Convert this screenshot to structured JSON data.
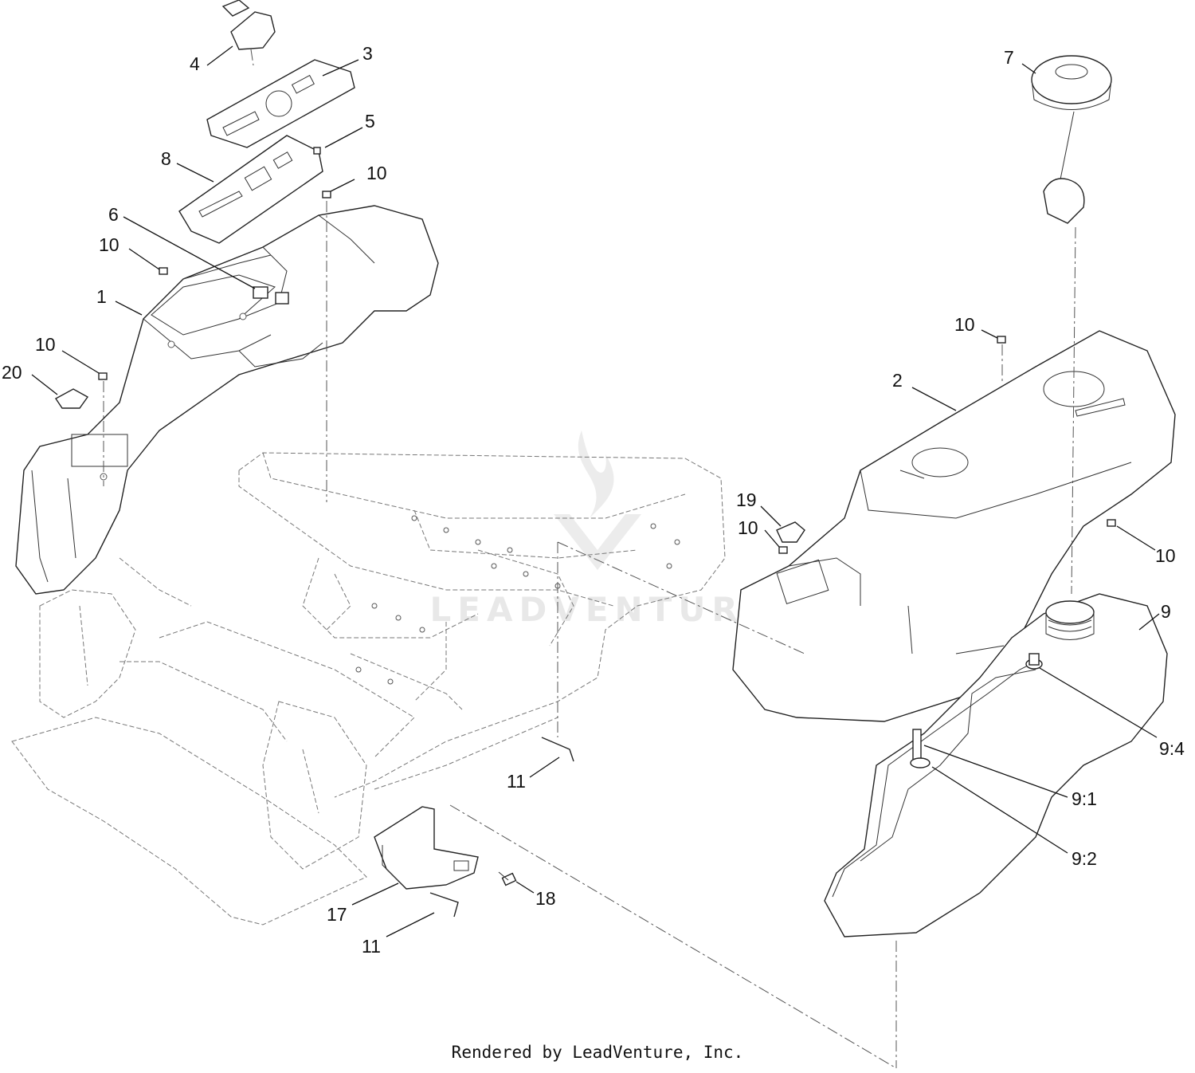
{
  "callouts": [
    {
      "id": "1",
      "label": "1"
    },
    {
      "id": "2",
      "label": "2"
    },
    {
      "id": "3",
      "label": "3"
    },
    {
      "id": "4",
      "label": "4"
    },
    {
      "id": "5",
      "label": "5"
    },
    {
      "id": "6",
      "label": "6"
    },
    {
      "id": "7",
      "label": "7"
    },
    {
      "id": "8",
      "label": "8"
    },
    {
      "id": "9",
      "label": "9"
    },
    {
      "id": "9_1",
      "label": "9:1"
    },
    {
      "id": "9_2",
      "label": "9:2"
    },
    {
      "id": "9_4",
      "label": "9:4"
    },
    {
      "id": "10a",
      "label": "10"
    },
    {
      "id": "10b",
      "label": "10"
    },
    {
      "id": "10c",
      "label": "10"
    },
    {
      "id": "10d",
      "label": "10"
    },
    {
      "id": "10e",
      "label": "10"
    },
    {
      "id": "10f",
      "label": "10"
    },
    {
      "id": "11a",
      "label": "11"
    },
    {
      "id": "11b",
      "label": "11"
    },
    {
      "id": "17",
      "label": "17"
    },
    {
      "id": "18",
      "label": "18"
    },
    {
      "id": "19",
      "label": "19"
    },
    {
      "id": "20",
      "label": "20"
    }
  ],
  "watermark": "LEADVENTURE",
  "footer": "Rendered by LeadVenture, Inc.",
  "colors": {
    "line": "#222222",
    "background": "#ffffff",
    "watermark": "#969696"
  }
}
